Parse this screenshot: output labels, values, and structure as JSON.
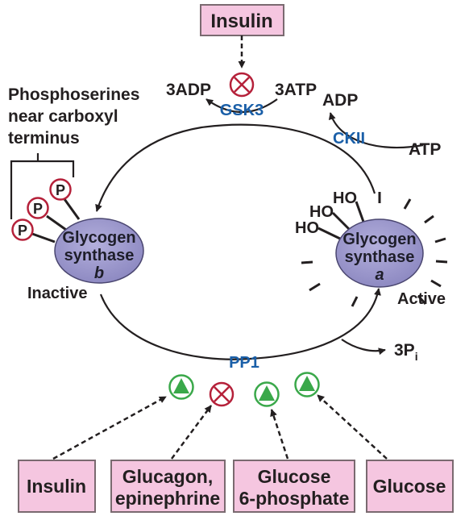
{
  "insulin_top": "Insulin",
  "gsk3": "GSK3",
  "adp3": "3ADP",
  "atp3": "3ATP",
  "ckii": "CKII",
  "adp": "ADP",
  "atp": "ATP",
  "phosphoserines": [
    "Phosphoserines",
    "near carboxyl",
    "terminus"
  ],
  "p_label": "P",
  "ho_label": "HO",
  "gs_b": {
    "line1": "Glycogen",
    "line2": "synthase",
    "line3": "b"
  },
  "gs_a": {
    "line1": "Glycogen",
    "line2": "synthase",
    "line3": "a"
  },
  "inactive": "Inactive",
  "active": "Active",
  "pp1": "PP1",
  "pi3": "3P",
  "pi_sub": "i",
  "bottom_boxes": {
    "insulin": [
      "Insulin"
    ],
    "glucagon": [
      "Glucagon,",
      "epinephrine"
    ],
    "g6p": [
      "Glucose",
      "6-phosphate"
    ],
    "glucose": [
      "Glucose"
    ]
  },
  "colors": {
    "box_fill": "#f5c6e0",
    "box_stroke": "#7a6a70",
    "enzyme_blue": "#1a5fa8",
    "ellipse_fill": "#9a96cc",
    "inhibit_red": "#b5213a",
    "activate_green": "#3aa84a"
  }
}
